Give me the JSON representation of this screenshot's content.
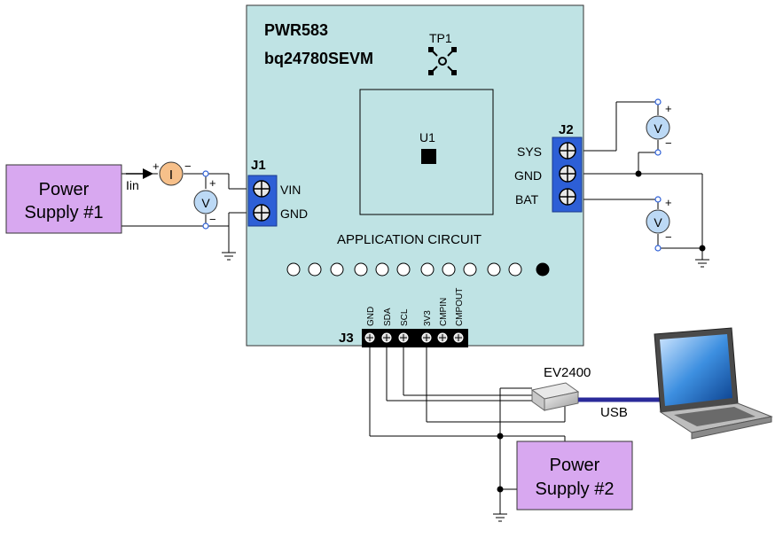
{
  "board": {
    "title_line1": "PWR583",
    "title_line2": "bq24780SEVM",
    "testpoint": "TP1",
    "chip": "U1",
    "app_circuit": "APPLICATION CIRCUIT"
  },
  "power_supply_1": {
    "line1": "Power",
    "line2": "Supply #1"
  },
  "power_supply_2": {
    "line1": "Power",
    "line2": "Supply #2"
  },
  "meters": {
    "current": "I",
    "voltage": "V",
    "plus": "+",
    "minus": "−"
  },
  "input": {
    "current_label": "Iin"
  },
  "j1": {
    "name": "J1",
    "pins": [
      "VIN",
      "GND"
    ]
  },
  "j2": {
    "name": "J2",
    "pins": [
      "SYS",
      "GND",
      "BAT"
    ]
  },
  "j3": {
    "name": "J3",
    "pins": [
      "GND",
      "SDA",
      "SCL",
      "3V3",
      "CMPIN",
      "CMPOUT"
    ]
  },
  "ev2400": {
    "label": "EV2400"
  },
  "usb": {
    "label": "USB"
  },
  "colors": {
    "board": "#bfe3e4",
    "supply": "#d8a8f0",
    "connector": "#2d5fd6",
    "meter_current": "#f7c08a",
    "meter_voltage": "#bcd9f5",
    "usb_cable": "#2a2a9a"
  }
}
